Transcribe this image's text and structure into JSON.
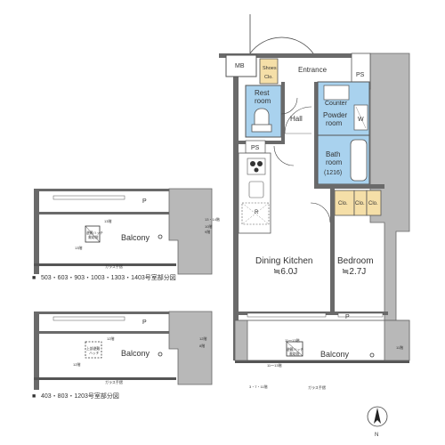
{
  "rooms": {
    "mb": "MB",
    "shoes": "Shoes",
    "shoes_sub": "Clo.",
    "entrance": "Entrance",
    "ps_top": "PS",
    "restroom_line1": "Rest",
    "restroom_line2": "room",
    "hall": "Hall",
    "counter": "Counter",
    "powder_line1": "Powder",
    "powder_line2": "room",
    "w": "W",
    "bath_line1": "Bath",
    "bath_line2": "room",
    "bath_size": "(1216)",
    "ps_mid": "PS",
    "clo": "Clo.",
    "dining_kitchen": "Dining Kitchen",
    "dk_size": "≒6.0J",
    "bedroom": "Bedroom",
    "bedroom_size": "≒2.7J",
    "p_main": "P",
    "r_mark": "R",
    "balcony": "Balcony",
    "north": "N"
  },
  "variant_a": {
    "p_label": "P",
    "balcony": "Balcony",
    "floor_tag_1": "13階",
    "floor_tag_2": "13・14階",
    "floor_tag_3": "10階",
    "floor_tag_4": "9階",
    "floor_tag_5": "13階",
    "hatch_line1": "避難ハッチ",
    "hatch_line2": "救助袋",
    "glass_rail": "ガラス手摺",
    "caption": "503・603・903・1003・1303・1403号室部分図"
  },
  "variant_b": {
    "p_label": "P",
    "balcony": "Balcony",
    "floor_tag_1": "12階",
    "floor_tag_2": "12階",
    "floor_tag_3": "8階",
    "floor_tag_4": "12階",
    "hatch_line1": "上部避難",
    "hatch_line2": "ハッチ",
    "glass_rail": "ガラス手摺",
    "caption": "403・803・1203号室部分図"
  },
  "main_balcony": {
    "tag_1": "11〜13階",
    "tag_2": "11階",
    "tag_3": "11〜13階",
    "tag_4": "3・7・11階",
    "hatch_line1": "避難ハッチ",
    "hatch_line2": "救助袋",
    "glass_rail": "ガラス手摺"
  },
  "colors": {
    "wet_area": "#a9d2ee",
    "closet": "#f5dfa8",
    "column": "#b8b8b8",
    "wall": "#6a6a6a"
  }
}
